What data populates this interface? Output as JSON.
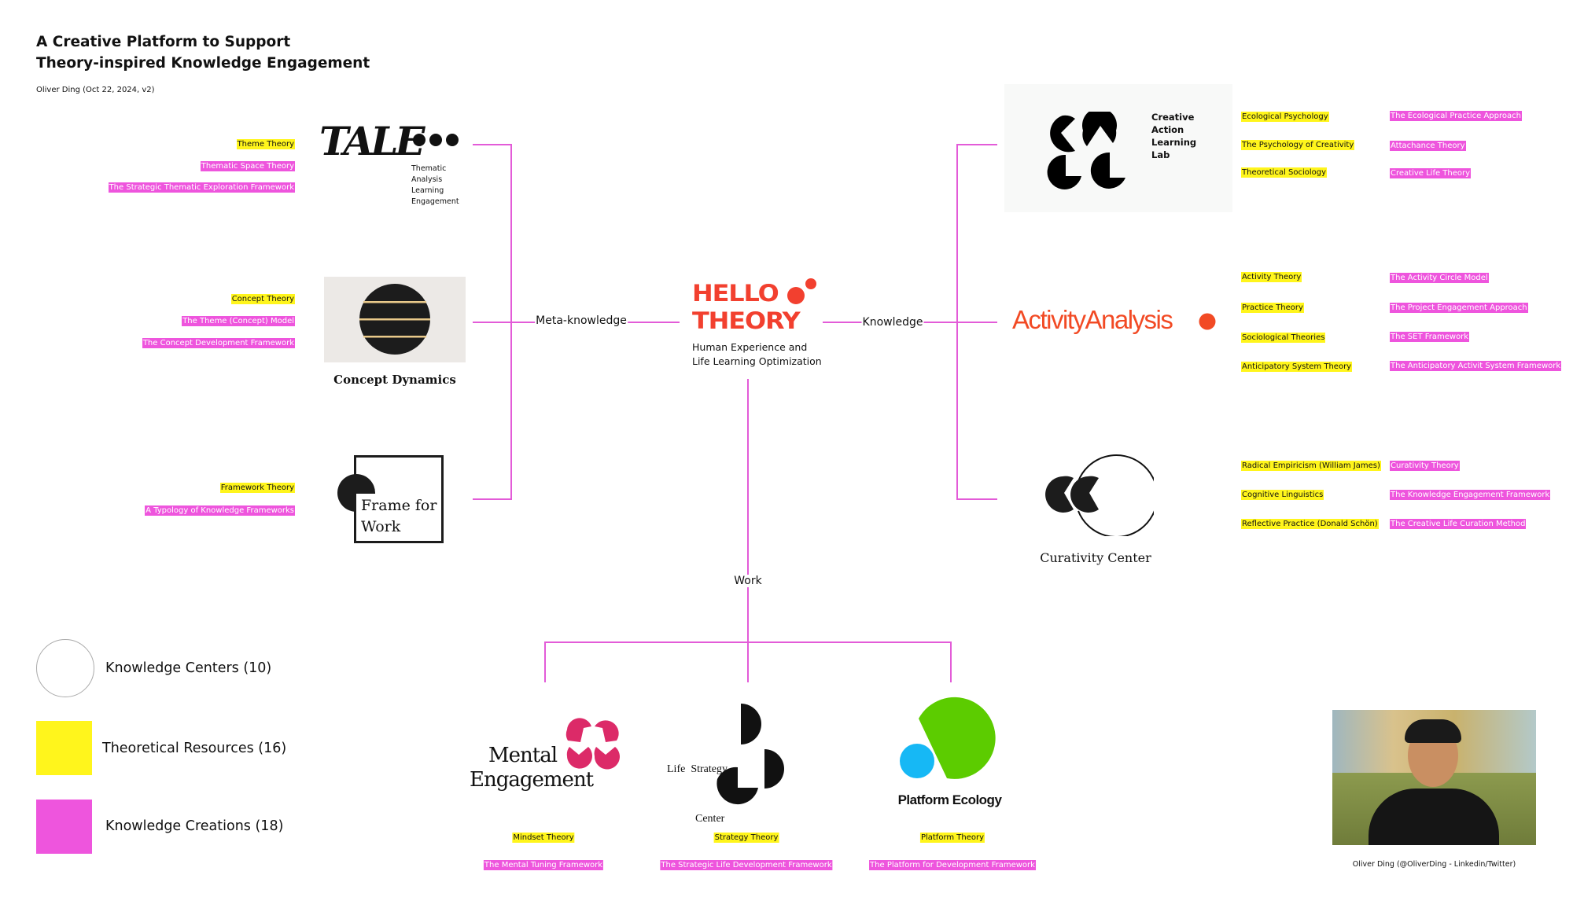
{
  "header": {
    "title_line1": "A Creative Platform to Support",
    "title_line2": "Theory-inspired Knowledge Engagement",
    "subtitle": "Oliver Ding (Oct 22, 2024, v2)"
  },
  "center": {
    "logo_line1": "HELLO",
    "logo_line2": "THEORY",
    "tagline1": "Human Experience and",
    "tagline2": "Life Learning Optimization"
  },
  "edges": {
    "meta": "Meta-knowledge",
    "knowledge": "Knowledge",
    "work": "Work"
  },
  "centers": {
    "tale": {
      "logo": "TALE",
      "sub": [
        "Thematic",
        "Analysis",
        "Learning",
        "Engagement"
      ],
      "tags": [
        {
          "text": "Theme Theory",
          "kind": "theory"
        },
        {
          "text": "Thematic Space Theory",
          "kind": "creation"
        },
        {
          "text": "The Strategic Thematic Exploration Framework",
          "kind": "creation"
        }
      ]
    },
    "concept": {
      "name": "Concept Dynamics",
      "tags": [
        {
          "text": "Concept Theory",
          "kind": "theory"
        },
        {
          "text": "The Theme (Concept) Model",
          "kind": "creation"
        },
        {
          "text": "The Concept Development Framework",
          "kind": "creation"
        }
      ]
    },
    "frame": {
      "name_line1": "Frame for",
      "name_line2": "Work",
      "tags": [
        {
          "text": "Framework Theory",
          "kind": "theory"
        },
        {
          "text": "A Typology of Knowledge Frameworks",
          "kind": "creation"
        }
      ]
    },
    "call": {
      "name": [
        "Creative",
        "Action",
        "Learning",
        "Lab"
      ],
      "theories": [
        "Ecological Psychology",
        "The Psychology of Creativity",
        "Theoretical Sociology"
      ],
      "creations": [
        "The Ecological Practice Approach",
        "Attachance Theory",
        "Creative Life Theory"
      ]
    },
    "activity": {
      "name": "ActivityAnalysis",
      "theories": [
        "Activity Theory",
        "Practice Theory",
        "Sociological Theories",
        "Anticipatory System Theory"
      ],
      "creations": [
        "The Activity Circle Model",
        "The Project Engagement Approach",
        "The SET Framework",
        "The Anticipatory Activit System Framework"
      ]
    },
    "curativity": {
      "name": "Curativity Center",
      "theories": [
        "Radical Empiricism (William James)",
        "Cognitive Linguistics",
        "Reflective Practice (Donald Schön)"
      ],
      "creations": [
        "Curativity Theory",
        "The Knowledge Engagement Framework",
        "The Creative Life Curation Method"
      ]
    },
    "mental": {
      "name_line1": "Mental",
      "name_line2": "Engagement",
      "theory": "Mindset Theory",
      "creation": "The Mental Tuning Framework"
    },
    "strategy": {
      "name_line1": "Life  Strategy",
      "name_line2": "Center",
      "theory": "Strategy Theory",
      "creation": "The Strategic Life Development Framework"
    },
    "platform": {
      "name": "Platform Ecology",
      "theory": "Platform Theory",
      "creation": "The Platform for  Development Framework"
    }
  },
  "legend": {
    "centers": "Knowledge Centers (10)",
    "theories": "Theoretical Resources (16)",
    "creations": "Knowledge Creations (18)"
  },
  "author": {
    "caption": "Oliver Ding (@OliverDing - Linkedin/Twitter)"
  },
  "colors": {
    "theory": "#fff51c",
    "creation": "#ee55dd",
    "line": "#e35bd8",
    "hello": "#f2402f",
    "activity": "#f24a24",
    "mental": "#dc2a68",
    "platform_green": "#5ccc00",
    "platform_blue": "#16b8f5"
  }
}
